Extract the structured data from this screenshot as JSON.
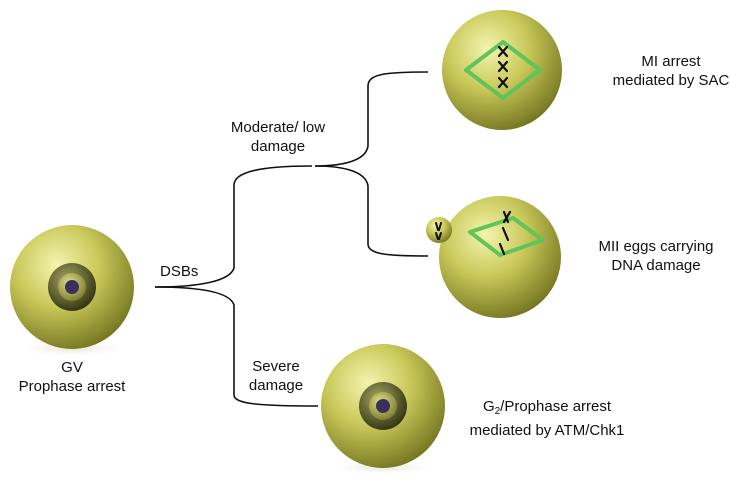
{
  "colors": {
    "cell_light": "#ecec9a",
    "cell_mid": "#b8b84a",
    "cell_dark": "#6e6e1c",
    "spindle": "#5fc45a",
    "nucleus_dark": "#3a3a14",
    "nucleolus": "#3b2f5c",
    "line": "#111111"
  },
  "labels": {
    "gv": "GV",
    "prophase_arrest": "Prophase arrest",
    "dsbs": "DSBs",
    "moderate_line1": "Moderate/ low",
    "moderate_line2": "damage",
    "severe_line1": "Severe",
    "severe_line2": "damage",
    "mi_line1": "MI arrest",
    "mi_line2": "mediated by SAC",
    "mii_line1": "MII eggs carrying",
    "mii_line2": "DNA damage",
    "g2_prefix": "G",
    "g2_sub": "2",
    "g2_suffix": "/Prophase arrest",
    "g2_line2": "mediated by ATM/Chk1"
  }
}
